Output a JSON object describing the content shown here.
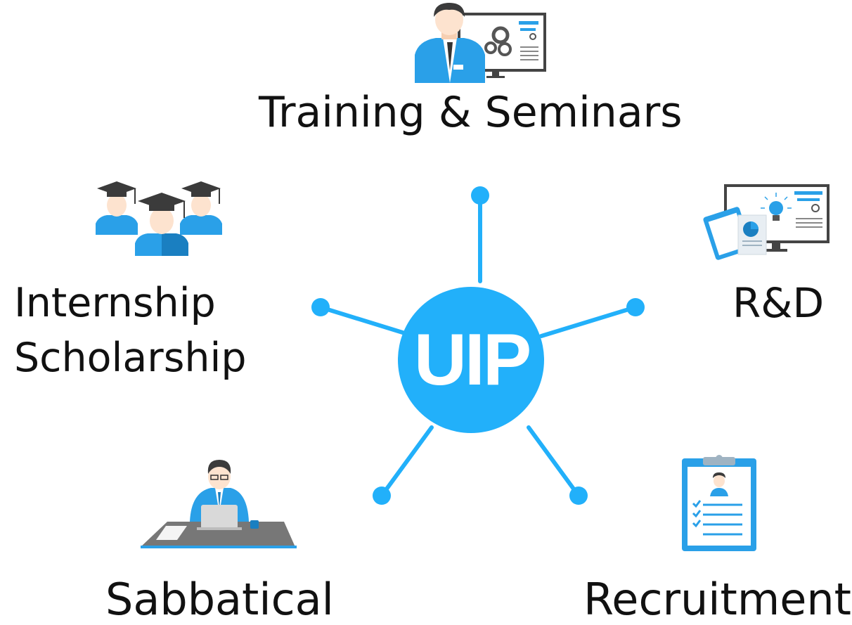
{
  "hub": {
    "label": "UIP",
    "color": "#22b0fa"
  },
  "branches": [
    {
      "id": "training",
      "label": "Training & Seminars",
      "icon": "presenter-at-screen-icon"
    },
    {
      "id": "rnd",
      "label": "R&D",
      "icon": "research-monitor-icon"
    },
    {
      "id": "recruitment",
      "label": "Recruitment",
      "icon": "resume-clipboard-icon"
    },
    {
      "id": "sabbatical",
      "label": "Sabbatical",
      "icon": "person-at-laptop-icon"
    },
    {
      "id": "internship",
      "label_lines": [
        "Internship",
        "Scholarship"
      ],
      "icon": "graduates-icon"
    }
  ],
  "colors": {
    "accent": "#22b0fa",
    "icon_blue": "#2aa0e8",
    "icon_dark_blue": "#1a7fc1",
    "skin": "#fde3cf",
    "hair": "#3b3b3b",
    "monitor": "#444444",
    "text": "#111111"
  }
}
